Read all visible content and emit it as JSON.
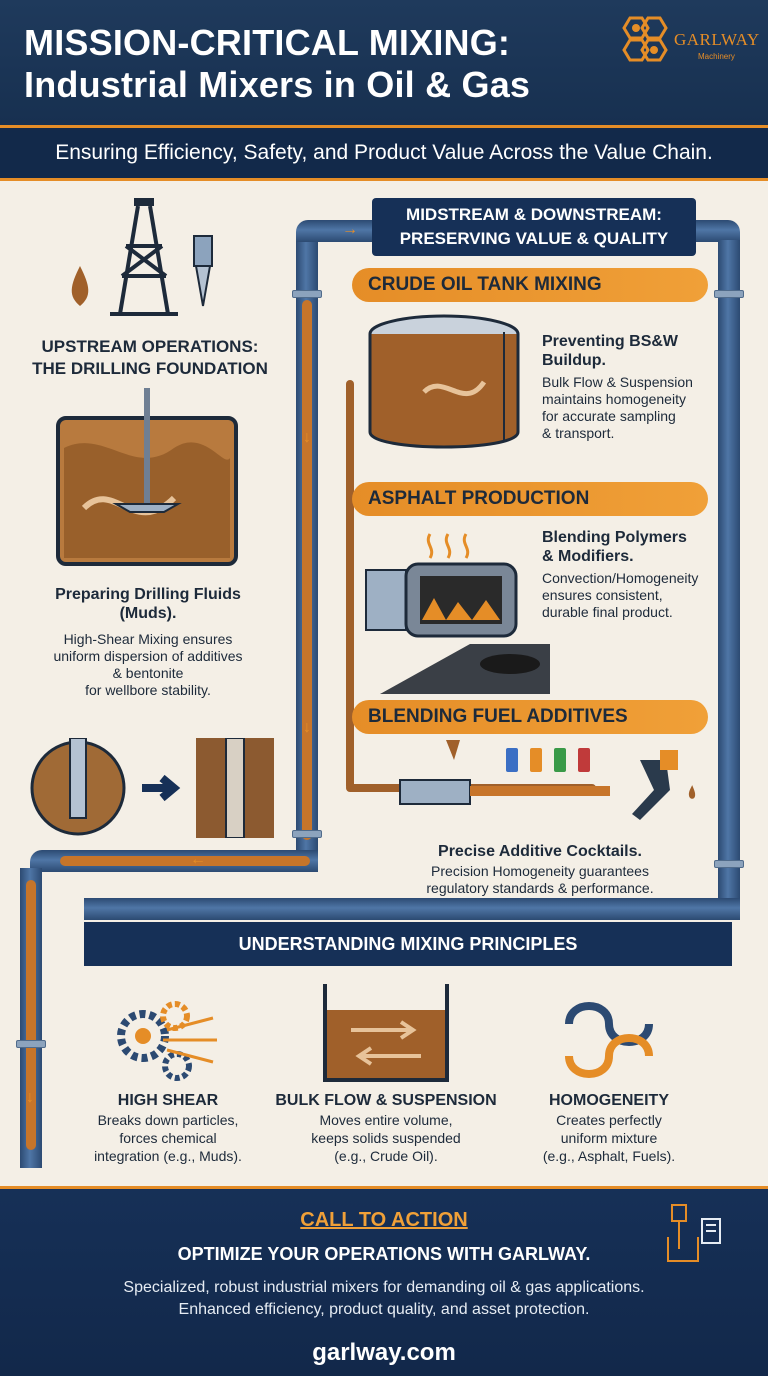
{
  "header": {
    "title_line1": "MISSION-CRITICAL MIXING:",
    "title_line2": "Industrial Mixers in Oil & Gas",
    "subtitle": "Ensuring Efficiency, Safety, and Product Value Across the Value Chain.",
    "logo": {
      "name": "GARLWAY",
      "sub": "Machinery",
      "icon": "hexagon-gears-icon"
    }
  },
  "upstream": {
    "title_line1": "UPSTREAM OPERATIONS:",
    "title_line2": "THE DRILLING FOUNDATION",
    "icons": [
      "oil-drop-icon",
      "drilling-rig-icon",
      "drill-bit-icon",
      "mixing-tank-icon",
      "wellbore-icon"
    ],
    "block": {
      "title_line1": "Preparing Drilling Fluids",
      "title_line2": "(Muds).",
      "text_lines": [
        "High-Shear Mixing ensures",
        "uniform dispersion of additives",
        "& bentonite",
        "for wellbore stability."
      ]
    }
  },
  "midstream": {
    "header_line1": "MIDSTREAM & DOWNSTREAM:",
    "header_line2": "PRESERVING VALUE & QUALITY",
    "sections": [
      {
        "bar": "CRUDE OIL TANK MIXING",
        "icon": "storage-tank-icon",
        "title_line1": "Preventing BS&W",
        "title_line2": "Buildup.",
        "text_lines": [
          "Bulk Flow & Suspension",
          "maintains homogeneity",
          "for accurate sampling",
          "& transport."
        ]
      },
      {
        "bar": "ASPHALT PRODUCTION",
        "icon": "asphalt-drum-icon",
        "title_line1": "Blending Polymers",
        "title_line2": "& Modifiers.",
        "text_lines": [
          "Convection/Homogeneity",
          "ensures consistent,",
          "durable final product."
        ]
      },
      {
        "bar": "BLENDING FUEL ADDITIVES",
        "icon": "fuel-nozzle-icon",
        "title_line1": "Precise Additive Cocktails.",
        "text_lines": [
          "Precision Homogeneity guarantees",
          "regulatory standards & performance."
        ]
      }
    ]
  },
  "principles": {
    "bar": "UNDERSTANDING MIXING PRINCIPLES",
    "items": [
      {
        "icon": "gears-shear-icon",
        "title": "HIGH SHEAR",
        "text_lines": [
          "Breaks down particles,",
          "forces chemical",
          "integration (e.g., Muds)."
        ]
      },
      {
        "icon": "bulk-flow-tank-icon",
        "title": "BULK FLOW & SUSPENSION",
        "text_lines": [
          "Moves entire volume,",
          "keeps solids suspended",
          "(e.g., Crude Oil)."
        ]
      },
      {
        "icon": "homogeneity-swirl-icon",
        "title": "HOMOGENEITY",
        "text_lines": [
          "Creates perfectly",
          "uniform mixture",
          "(e.g., Asphalt, Fuels)."
        ]
      }
    ]
  },
  "footer": {
    "cta_title": "CALL TO ACTION",
    "cta_sub": "OPTIMIZE YOUR OPERATIONS WITH GARLWAY.",
    "body_line1": "Specialized, robust industrial mixers for demanding oil & gas applications.",
    "body_line2": "Enhanced efficiency, product quality, and asset protection.",
    "url": "garlway.com",
    "icon": "mixer-machine-icon"
  },
  "colors": {
    "navy": "#163057",
    "orange": "#e58d27",
    "background": "#f4efe6",
    "pipe": "#3a5f8c",
    "oil": "#a0602a"
  }
}
